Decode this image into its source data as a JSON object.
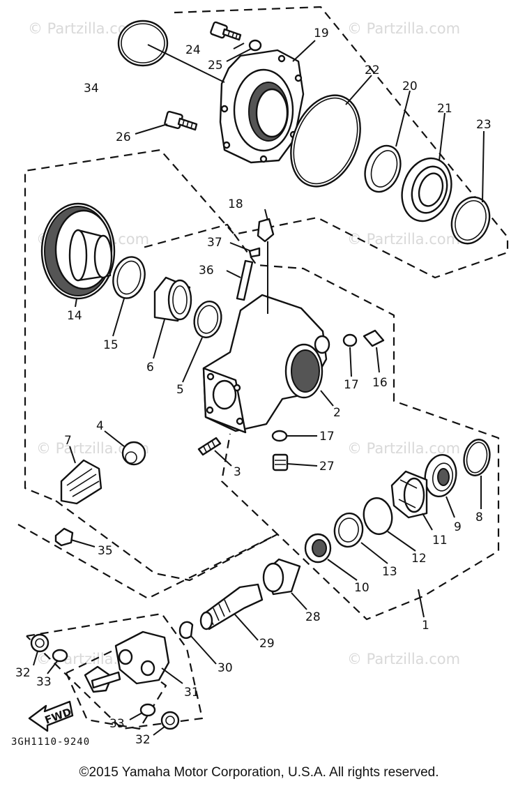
{
  "watermark": "© Partzilla.com",
  "diagram_code": "3GH1110-9240",
  "direction_label": "FWD",
  "copyright": "©2015 Yamaha Motor Corporation, U.S.A. All rights reserved.",
  "callouts": {
    "c1": "1",
    "c2": "2",
    "c3": "3",
    "c4": "4",
    "c5": "5",
    "c6": "6",
    "c7": "7",
    "c8": "8",
    "c9": "9",
    "c10": "10",
    "c11": "11",
    "c12": "12",
    "c13": "13",
    "c14": "14",
    "c15": "15",
    "c16": "16",
    "c17a": "17",
    "c17b": "17",
    "c18": "18",
    "c19": "19",
    "c20": "20",
    "c21": "21",
    "c22": "22",
    "c23": "23",
    "c24": "24",
    "c25": "25",
    "c26": "26",
    "c27": "27",
    "c28": "28",
    "c29": "29",
    "c30": "30",
    "c31": "31",
    "c32a": "32",
    "c32b": "32",
    "c33a": "33",
    "c33b": "33",
    "c34": "34",
    "c35": "35",
    "c36": "36",
    "c37": "37"
  }
}
